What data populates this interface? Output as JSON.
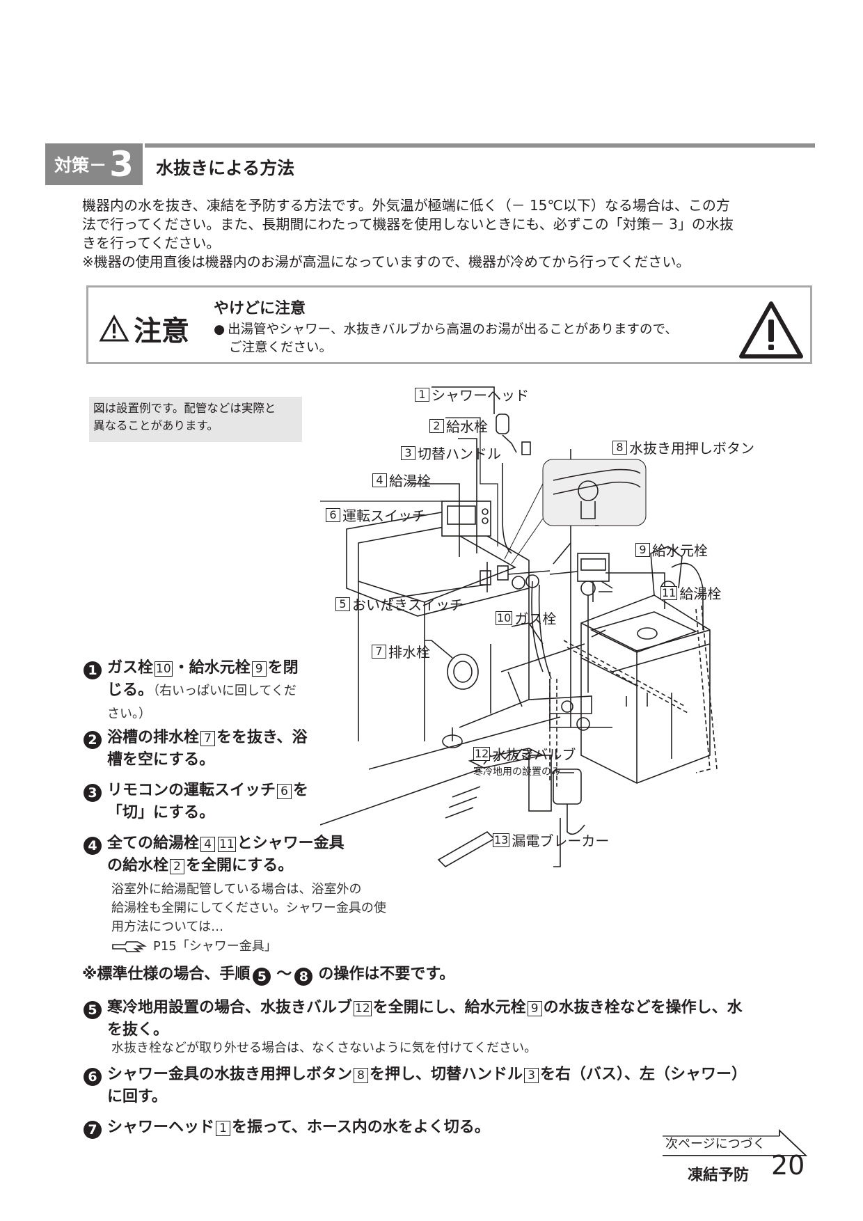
{
  "section": {
    "tag": "対策－",
    "number": "3",
    "title": "水抜きによる方法"
  },
  "intro": [
    "機器内の水を抜き、凍結を予防する方法です。外気温が極端に低く（－ 15℃以下）なる場合は、この方",
    "法で行ってください。また、長期間にわたって機器を使用しないときにも、必ずこの「対策－ 3」の水抜",
    "きを行ってください。",
    "※機器の使用直後は機器内のお湯が高温になっていますので、機器が冷めてから行ってください。"
  ],
  "caution": {
    "word": "注意",
    "title": "やけどに注意",
    "bullet": "●",
    "lines": [
      "出湯管やシャワー、水抜きバルブから高温のお湯が出ることがありますので、",
      "ご注意ください。"
    ]
  },
  "diagram_note": [
    "図は設置例です。配管などは実際と",
    "異なることがあります。"
  ],
  "labels": [
    {
      "num": "1",
      "text": "シャワーヘッド"
    },
    {
      "num": "2",
      "text": "給水栓"
    },
    {
      "num": "3",
      "text": "切替ハンドル"
    },
    {
      "num": "4",
      "text": "給湯栓"
    },
    {
      "num": "6",
      "text": "運転スイッチ"
    },
    {
      "num": "8",
      "text": "水抜き用押しボタン"
    },
    {
      "num": "9",
      "text": "給水元栓"
    },
    {
      "num": "11",
      "text": "給湯栓"
    },
    {
      "num": "5",
      "text": "おいだきスイッチ"
    },
    {
      "num": "10",
      "text": "ガス栓"
    },
    {
      "num": "7",
      "text": "排水栓"
    },
    {
      "num": "12",
      "text": "水抜きバルブ"
    },
    {
      "num": "13",
      "text": "漏電ブレーカー"
    }
  ],
  "label_12_sub": "寒冷地用の設置のみ",
  "steps": {
    "s1": {
      "mark": "1",
      "a": "ガス栓",
      "n1": "10",
      "b": "・給水元栓",
      "n2": "9",
      "c": "を閉",
      "d": "じる。",
      "small": "（右いっぱいに回してくだ",
      "small2": "さい。）"
    },
    "s2": {
      "mark": "2",
      "a": "浴槽の排水栓",
      "n1": "7",
      "b": "をを抜き、浴",
      "c": "槽を空にする。"
    },
    "s3": {
      "mark": "3",
      "a": "リモコンの運転スイッチ",
      "n1": "6",
      "b": "を",
      "c": "「切」にする。"
    },
    "s4": {
      "mark": "4",
      "a": "全ての給湯栓",
      "n1": "4",
      "n2": "11",
      "b": "とシャワー金具",
      "c": "の給水栓",
      "n3": "2",
      "d": "を全開にする。",
      "sub": [
        "浴室外に給湯配管している場合は、浴室外の",
        "給湯栓も全開にしてください。シャワー金具の使",
        "用方法については…"
      ],
      "ref": "P15「シャワー金具」"
    },
    "note": {
      "a": "※標準仕様の場合、手順",
      "m1": "5",
      "tilde": "～",
      "m2": "8",
      "b": "の操作は不要です。"
    },
    "s5": {
      "mark": "5",
      "a": "寒冷地用設置の場合、水抜きバルブ",
      "n1": "12",
      "b": "を全開にし、給水元栓",
      "n2": "9",
      "c": "の水抜き栓などを操作し、水",
      "d": "を抜く。",
      "sub": "水抜き栓などが取り外せる場合は、なくさないように気を付けてください。"
    },
    "s6": {
      "mark": "6",
      "a": "シャワー金具の水抜き用押しボタン",
      "n1": "8",
      "b": "を押し、切替ハンドル",
      "n2": "3",
      "c": "を右（バス）、左（シャワー）",
      "d": "に回す。"
    },
    "s7": {
      "mark": "7",
      "a": "シャワーヘッド",
      "n1": "1",
      "b": "を振って、ホース内の水をよく切る。"
    }
  },
  "next": "次ページにつづく",
  "footer": {
    "label": "凍結予防",
    "page": "20"
  }
}
